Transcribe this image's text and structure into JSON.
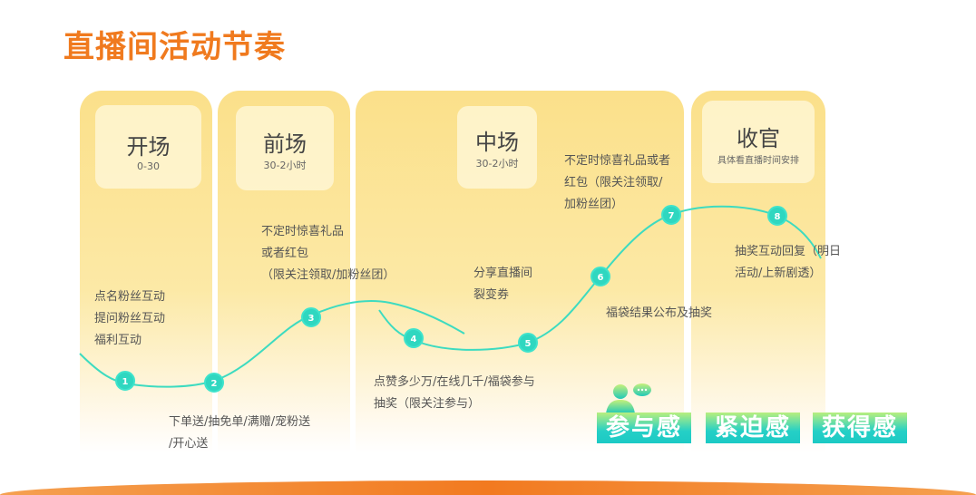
{
  "title": "直播间活动节奏",
  "phases": [
    {
      "name": "开场",
      "sub": "0-30"
    },
    {
      "name": "前场",
      "sub": "30-2小时"
    },
    {
      "name": "中场",
      "sub": "30-2小时"
    },
    {
      "name": "收官",
      "sub": "具体看直播时间安排"
    }
  ],
  "notes": {
    "n1": "点名粉丝互动\n提问粉丝互动\n福利互动",
    "n2": "下单送/抽免单/满赠/宠粉送\n/开心送",
    "n3": "不定时惊喜礼品\n或者红包\n（限关注领取/加粉丝团）",
    "n4": "点赞多少万/在线几千/福袋参与\n抽奖（限关注参与）",
    "n5": "分享直播间\n裂变券",
    "n6": "福袋结果公布及抽奖",
    "n7": "不定时惊喜礼品或者\n红包（限关注领取/\n加粉丝团）",
    "n8": "抽奖互动回复（明日\n活动/上新剧透）"
  },
  "steps": [
    "1",
    "2",
    "3",
    "4",
    "5",
    "6",
    "7",
    "8"
  ],
  "tags": [
    "参与感",
    "紧迫感",
    "获得感"
  ],
  "colors": {
    "title": "#f07a1e",
    "curve": "#3ddbc0",
    "phase_bg": "#fbe08a"
  }
}
